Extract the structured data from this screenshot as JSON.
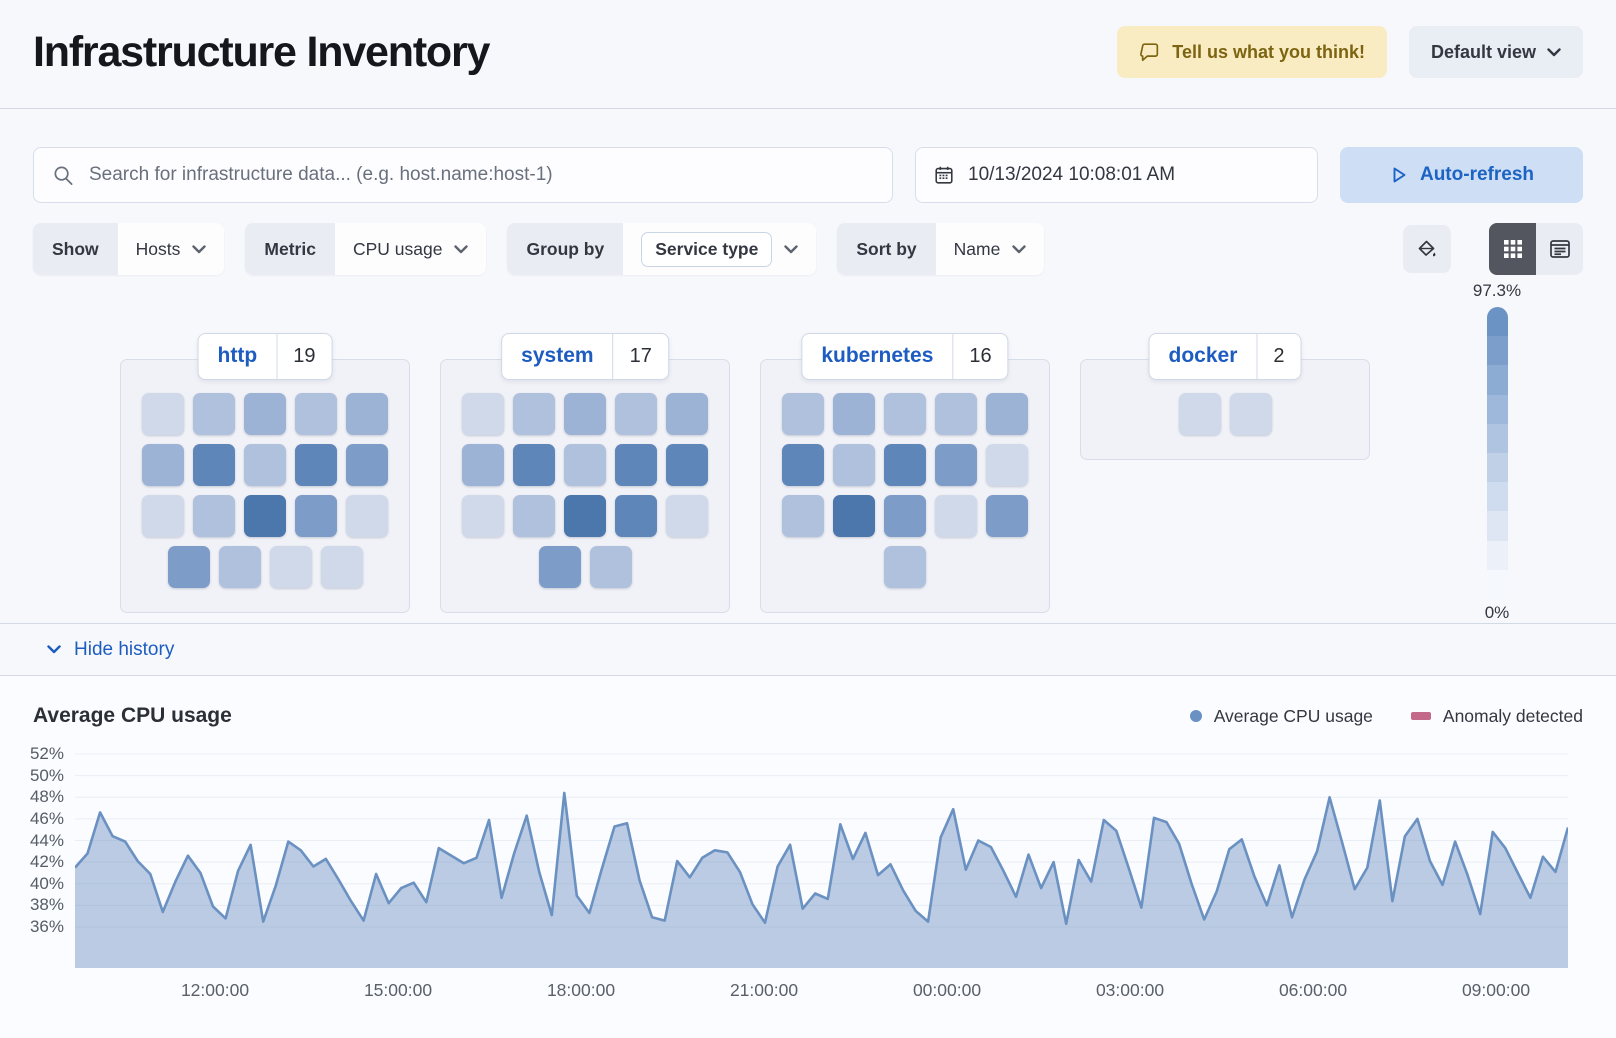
{
  "header": {
    "title": "Infrastructure Inventory",
    "feedback_label": "Tell us what you think!",
    "view_selector_label": "Default view"
  },
  "controls": {
    "search_placeholder": "Search for infrastructure data... (e.g. host.name:host-1)",
    "datetime": "10/13/2024 10:08:01 AM",
    "auto_refresh_label": "Auto-refresh"
  },
  "toolbar": {
    "show_label": "Show",
    "show_value": "Hosts",
    "metric_label": "Metric",
    "metric_value": "CPU usage",
    "group_label": "Group by",
    "group_value": "Service type",
    "sort_label": "Sort by",
    "sort_value": "Name"
  },
  "waffle": {
    "legend_max": "97.3%",
    "legend_min": "0%",
    "palette": [
      "#cfd9e9",
      "#b0c1dd",
      "#9db3d6",
      "#7e9cc8",
      "#5e86b8",
      "#4b77ad"
    ],
    "legend_gradient": [
      "#6b93c4",
      "#7b9ecb",
      "#8dacd3",
      "#9db8da",
      "#aec4e0",
      "#bfd0e7",
      "#cfdbee",
      "#dfe6f3",
      "#ecf0f8",
      "#f5f8fc"
    ],
    "groups": [
      {
        "label": "http",
        "count": "19",
        "rows": [
          [
            0,
            1,
            2,
            1,
            2
          ],
          [
            2,
            4,
            1,
            4,
            3
          ],
          [
            0,
            1,
            5,
            3,
            0
          ],
          [
            3,
            1,
            0,
            0
          ]
        ]
      },
      {
        "label": "system",
        "count": "17",
        "rows": [
          [
            0,
            1,
            2,
            1,
            2
          ],
          [
            2,
            4,
            1,
            4,
            4
          ],
          [
            0,
            1,
            5,
            4,
            0
          ],
          [
            3,
            1
          ]
        ]
      },
      {
        "label": "kubernetes",
        "count": "16",
        "rows": [
          [
            1,
            2,
            1,
            1,
            2
          ],
          [
            4,
            1,
            4,
            3,
            0
          ],
          [
            1,
            5,
            3,
            0,
            3
          ],
          [
            1
          ]
        ]
      },
      {
        "label": "docker",
        "count": "2",
        "rows": [
          [
            0,
            0
          ]
        ]
      }
    ]
  },
  "history": {
    "toggle_label": "Hide history"
  },
  "chart_data": {
    "type": "area",
    "title": "Average CPU usage",
    "xlabel": "",
    "ylabel": "",
    "y_ticks": [
      "52%",
      "50%",
      "48%",
      "46%",
      "44%",
      "42%",
      "40%",
      "38%",
      "36%"
    ],
    "y_tick_values": [
      52,
      50,
      48,
      46,
      44,
      42,
      40,
      38,
      36
    ],
    "x_ticks": [
      "12:00:00",
      "15:00:00",
      "18:00:00",
      "21:00:00",
      "00:00:00",
      "03:00:00",
      "06:00:00",
      "09:00:00"
    ],
    "ylim": [
      32,
      53
    ],
    "grid": true,
    "legend_position": "top-right",
    "series": [
      {
        "name": "Average CPU usage",
        "color": "#6a91c1",
        "fill": "rgba(106,145,193,0.45)",
        "values": [
          41.5,
          42.8,
          46.6,
          44.4,
          43.9,
          42.1,
          40.9,
          37.4,
          40.2,
          42.6,
          41.0,
          37.9,
          36.8,
          41.2,
          43.6,
          36.5,
          39.8,
          43.9,
          43.1,
          41.6,
          42.3,
          40.4,
          38.4,
          36.6,
          40.9,
          38.2,
          39.6,
          40.1,
          38.3,
          43.3,
          42.6,
          41.9,
          42.4,
          45.9,
          38.7,
          42.8,
          46.3,
          41.1,
          37.1,
          48.4,
          38.9,
          37.3,
          41.4,
          45.3,
          45.6,
          40.3,
          36.9,
          36.6,
          42.1,
          40.6,
          42.4,
          43.1,
          42.9,
          41.1,
          38.1,
          36.4,
          41.6,
          43.6,
          37.7,
          39.1,
          38.6,
          45.5,
          42.3,
          44.7,
          40.8,
          41.8,
          39.4,
          37.5,
          36.5,
          44.3,
          46.9,
          41.3,
          44.0,
          43.4,
          41.2,
          38.8,
          42.7,
          39.6,
          42.0,
          36.3,
          42.2,
          40.2,
          45.9,
          44.9,
          41.4,
          37.8,
          46.1,
          45.7,
          43.7,
          40.0,
          36.7,
          39.3,
          43.2,
          44.1,
          40.7,
          38.0,
          41.7,
          36.9,
          40.4,
          43.0,
          48.0,
          43.8,
          39.5,
          41.5,
          47.7,
          38.4,
          44.4,
          46.0,
          42.1,
          39.9,
          43.9,
          40.8,
          37.2,
          44.8,
          43.3,
          41.0,
          38.7,
          42.5,
          41.1,
          45.2
        ]
      }
    ],
    "legend": [
      {
        "label": "Average CPU usage",
        "color": "#6a91c1",
        "shape": "dot"
      },
      {
        "label": "Anomaly detected",
        "color": "#c4688a",
        "shape": "rect"
      }
    ]
  }
}
